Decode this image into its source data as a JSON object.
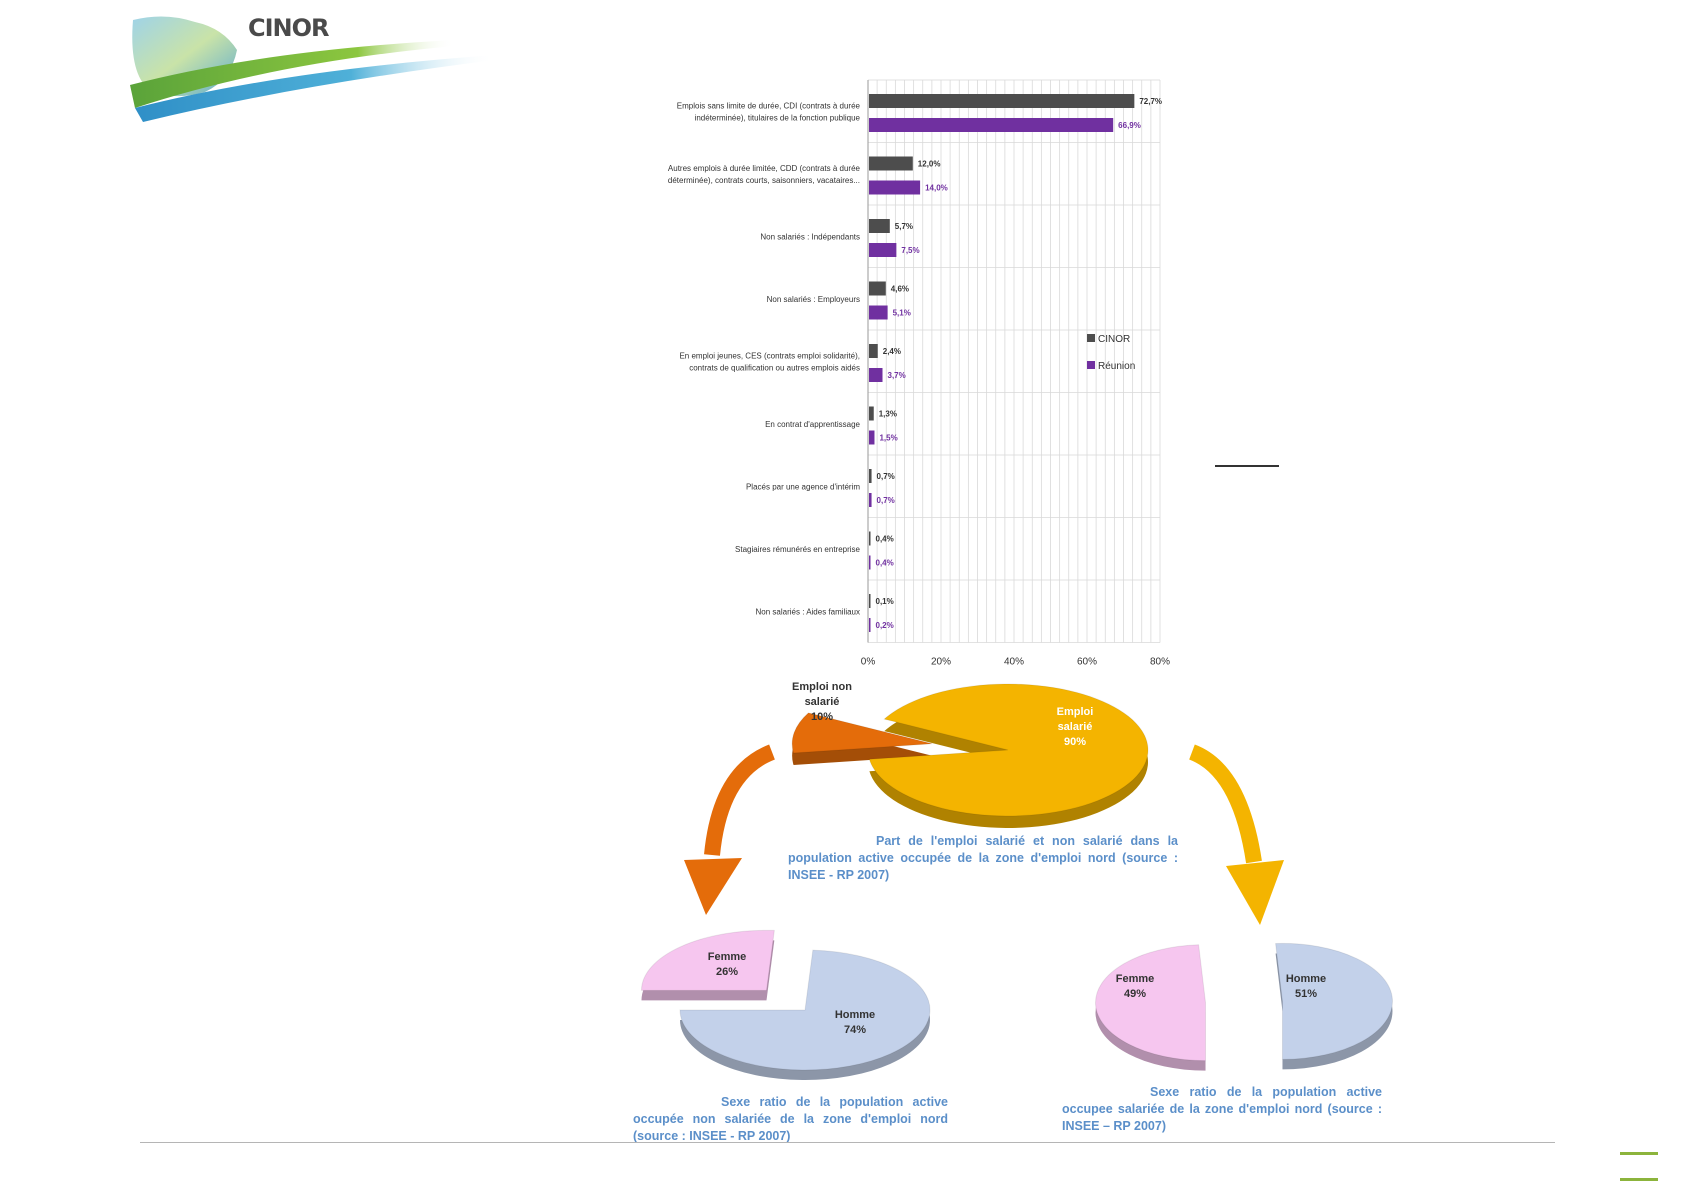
{
  "logo": {
    "text": "CINOR"
  },
  "chart_data": [
    {
      "type": "bar",
      "orientation": "horizontal",
      "categories": [
        [
          "Emplois sans limite de durée, CDI (contrats à durée",
          "indéterminée), titulaires de la fonction publique"
        ],
        [
          "Autres emplois à durée limitée, CDD (contrats à durée",
          "déterminée), contrats courts, saisonniers, vacataires..."
        ],
        [
          "Non salariés : Indépendants"
        ],
        [
          "Non salariés : Employeurs"
        ],
        [
          "En emploi jeunes, CES (contrats emploi solidarité),",
          "contrats de qualification ou autres emplois aidés"
        ],
        [
          "En contrat d'apprentissage"
        ],
        [
          "Placés par une agence d'intérim"
        ],
        [
          "Stagiaires rémunérés en entreprise"
        ],
        [
          "Non salariés : Aides familiaux"
        ]
      ],
      "series": [
        {
          "name": "CINOR",
          "color": "#4d4d4d",
          "values": [
            72.7,
            12.0,
            5.7,
            4.6,
            2.4,
            1.3,
            0.7,
            0.4,
            0.1
          ],
          "labels": [
            "72,7%",
            "12,0%",
            "5,7%",
            "4,6%",
            "2,4%",
            "1,3%",
            "0,7%",
            "0,4%",
            "0,1%"
          ]
        },
        {
          "name": "Réunion",
          "color": "#7030a0",
          "values": [
            66.9,
            14.0,
            7.5,
            5.1,
            3.7,
            1.5,
            0.7,
            0.4,
            0.2
          ],
          "labels": [
            "66,9%",
            "14,0%",
            "7,5%",
            "5,1%",
            "3,7%",
            "1,5%",
            "0,7%",
            "0,4%",
            "0,2%"
          ]
        }
      ],
      "xlim": [
        0,
        80
      ],
      "ticks": [
        0,
        20,
        40,
        60,
        80
      ],
      "tick_labels": [
        "0%",
        "20%",
        "40%",
        "60%",
        "80%"
      ],
      "grid": true,
      "legend": "right"
    },
    {
      "type": "pie",
      "slices": [
        {
          "label": [
            "Emploi non",
            "salarié",
            "10%"
          ],
          "value": 10,
          "color": "#e46c0a"
        },
        {
          "label": [
            "Emploi",
            "salarié",
            "90%"
          ],
          "value": 90,
          "color": "#f4b400"
        }
      ]
    },
    {
      "type": "pie",
      "slices": [
        {
          "label": [
            "Femme",
            "26%"
          ],
          "value": 26,
          "color": "#f6c6ef"
        },
        {
          "label": [
            "Homme",
            "74%"
          ],
          "value": 74,
          "color": "#c3d1ea"
        }
      ]
    },
    {
      "type": "pie",
      "slices": [
        {
          "label": [
            "Femme",
            "49%"
          ],
          "value": 49,
          "color": "#f6c6ef"
        },
        {
          "label": [
            "Homme",
            "51%"
          ],
          "value": 51,
          "color": "#c3d1ea"
        }
      ]
    }
  ],
  "captions": {
    "main": "Part de l'emploi salarié et non salarié dans la population active occupée de la zone d'emploi nord (source : INSEE - RP 2007)",
    "left": "Sexe ratio de la population active occupée non salariée de la zone d'emploi nord (source : INSEE - RP 2007)",
    "right": "Sexe ratio de la population active occupee salariée de la zone d'emploi nord (source : INSEE – RP 2007)"
  }
}
